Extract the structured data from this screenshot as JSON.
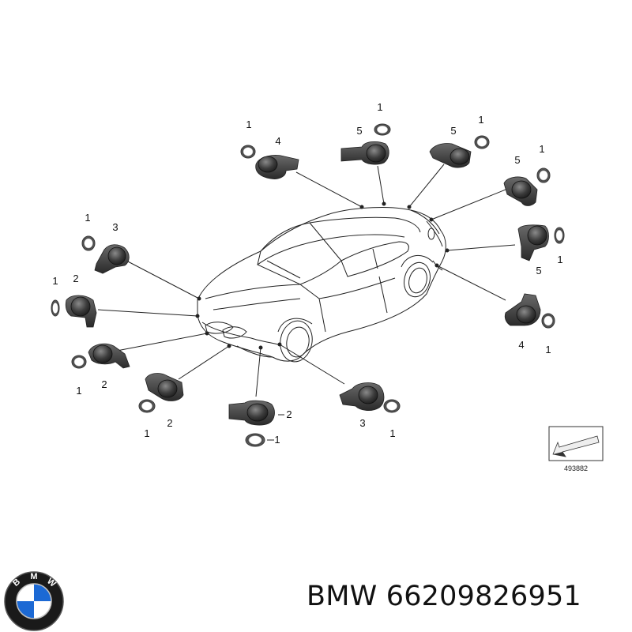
{
  "diagram": {
    "reference_number": "493882",
    "callouts": [
      {
        "id": "tl-1",
        "text": "1"
      },
      {
        "id": "tl-4",
        "text": "4"
      },
      {
        "id": "tc-5",
        "text": "5"
      },
      {
        "id": "tc-1",
        "text": "1"
      },
      {
        "id": "tr-5",
        "text": "5"
      },
      {
        "id": "tr-1",
        "text": "1"
      },
      {
        "id": "rt-5",
        "text": "5"
      },
      {
        "id": "rt-1",
        "text": "1"
      },
      {
        "id": "rm-1",
        "text": "1"
      },
      {
        "id": "rm-5",
        "text": "5"
      },
      {
        "id": "rb-4",
        "text": "4"
      },
      {
        "id": "rb-1",
        "text": "1"
      },
      {
        "id": "l1-1",
        "text": "1"
      },
      {
        "id": "l1-3",
        "text": "3"
      },
      {
        "id": "l2-1",
        "text": "1"
      },
      {
        "id": "l2-2",
        "text": "2"
      },
      {
        "id": "l3-1",
        "text": "1"
      },
      {
        "id": "l3-2",
        "text": "2"
      },
      {
        "id": "b1-1",
        "text": "1"
      },
      {
        "id": "b1-2",
        "text": "2"
      },
      {
        "id": "b2-2",
        "text": "2"
      },
      {
        "id": "b2-1",
        "text": "1"
      },
      {
        "id": "b3-3",
        "text": "3"
      },
      {
        "id": "b3-1",
        "text": "1"
      }
    ]
  },
  "caption": {
    "text": "BMW 66209826951"
  },
  "logo": {
    "letters": [
      "B",
      "M",
      "W"
    ],
    "colors": {
      "ring": "#1a1a1a",
      "blue": "#1c69d4",
      "white": "#ffffff"
    }
  }
}
